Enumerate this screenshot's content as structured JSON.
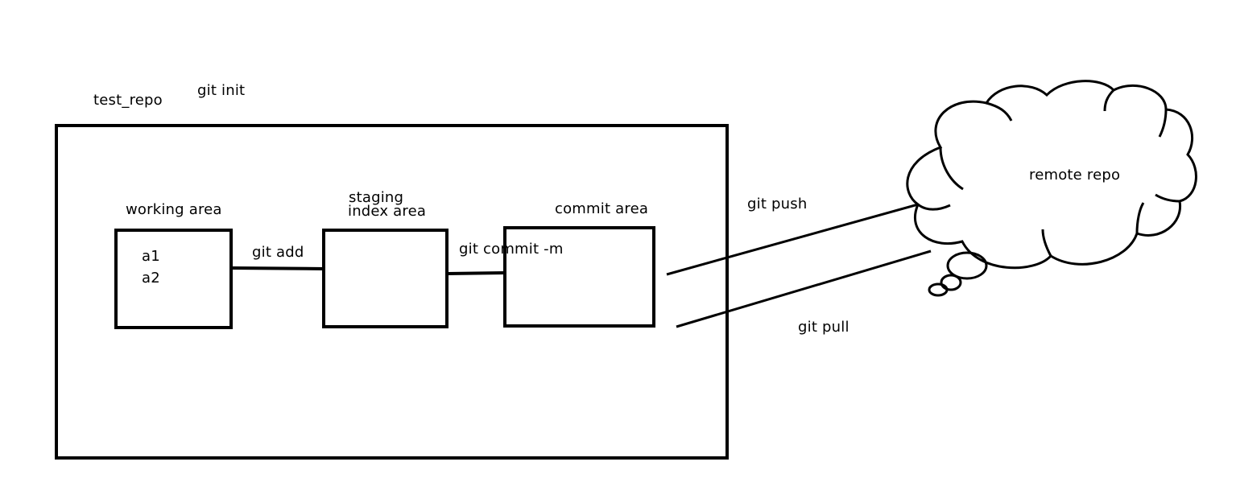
{
  "labels": {
    "repo_name": "test_repo",
    "repo_command": "git init",
    "working_area": "working area",
    "working_file_1": "a1",
    "working_file_2": "a2",
    "add_command": "git add",
    "staging_line_1": "staging",
    "staging_line_2": "index area",
    "commit_command": "git commit -m",
    "commit_area": "commit area",
    "push_command": "git push",
    "pull_command": "git pull",
    "remote_repo": "remote repo"
  }
}
